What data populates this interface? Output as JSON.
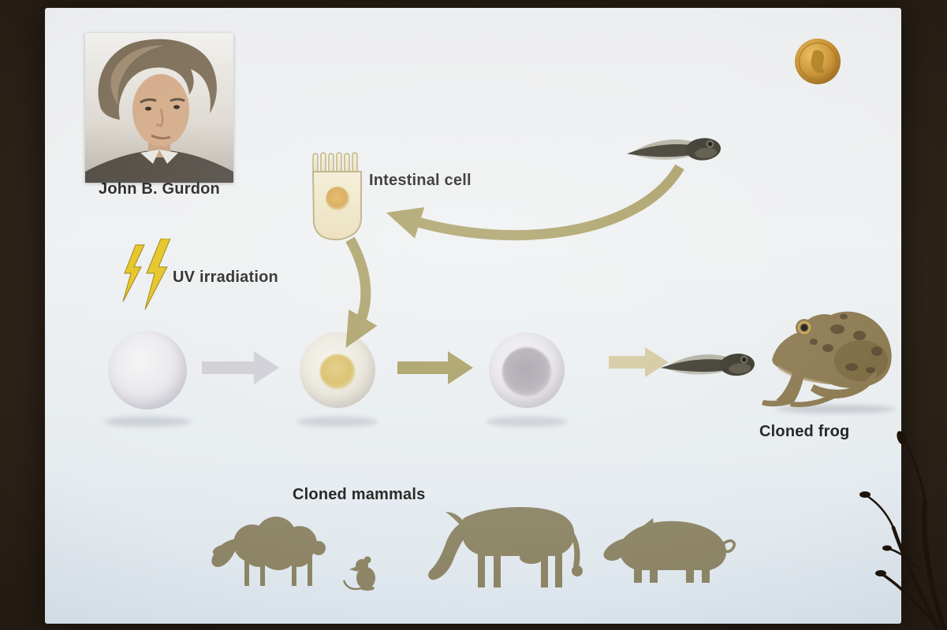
{
  "labels": {
    "portrait_caption": "John B. Gurdon",
    "intestinal_cell": "Intestinal cell",
    "uv_irradiation": "UV irradiation",
    "cloned_frog": "Cloned frog",
    "cloned_mammals": "Cloned mammals"
  },
  "icons": {
    "portrait": "john-b-gurdon-photo",
    "medal": "nobel-medal",
    "donor_tadpole": "tadpole",
    "cell": "intestinal-epithelial-cell",
    "uv": "lightning-bolts",
    "egg_1": "uv-irradiated-egg",
    "egg_2": "egg-with-transplanted-nucleus",
    "egg_3": "dividing-embryo",
    "result_tadpole": "tadpole",
    "frog": "cloned-frog",
    "mammals": [
      "sheep",
      "mouse",
      "cow",
      "pig"
    ],
    "foreground": "dried-plant-silhouette"
  },
  "colors": {
    "surround": "#241c15",
    "slide_bg": "#ecedef",
    "arrow_gray": "#cfccd4",
    "arrow_olive": "#a89d62",
    "arrow_tan": "#d2c89e",
    "bolt_yellow": "#e4c21c",
    "medal_gold": "#c89033",
    "silhouette_olive": "#8d8566",
    "text": "#1e1e1e"
  }
}
